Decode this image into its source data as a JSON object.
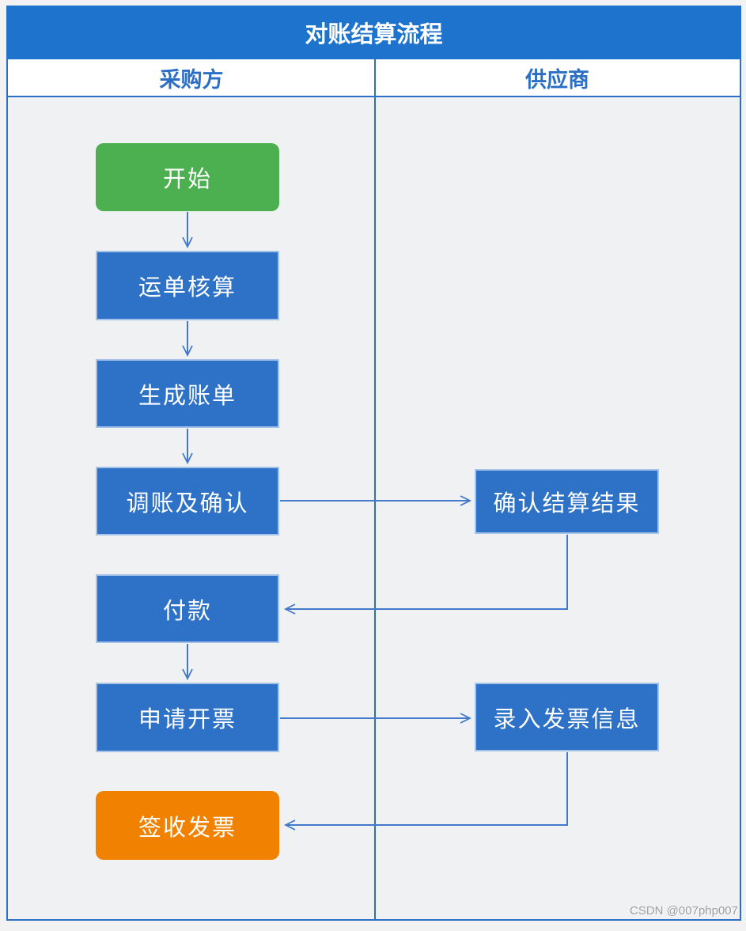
{
  "title": "对账结算流程",
  "lanes": [
    {
      "label": "采购方"
    },
    {
      "label": "供应商"
    }
  ],
  "nodes": [
    {
      "id": "start",
      "label": "开始",
      "shape": "rounded",
      "color": "#4caf50",
      "lane": "采购方"
    },
    {
      "id": "waybill-accounting",
      "label": "运单核算",
      "shape": "rect",
      "color": "#2e72c7",
      "lane": "采购方"
    },
    {
      "id": "generate-bill",
      "label": "生成账单",
      "shape": "rect",
      "color": "#2e72c7",
      "lane": "采购方"
    },
    {
      "id": "adjust-and-confirm",
      "label": "调账及确认",
      "shape": "rect",
      "color": "#2e72c7",
      "lane": "采购方"
    },
    {
      "id": "payment",
      "label": "付款",
      "shape": "rect",
      "color": "#2e72c7",
      "lane": "采购方"
    },
    {
      "id": "apply-invoice",
      "label": "申请开票",
      "shape": "rect",
      "color": "#2e72c7",
      "lane": "采购方"
    },
    {
      "id": "sign-invoice",
      "label": "签收发票",
      "shape": "rounded",
      "color": "#f18101",
      "lane": "采购方"
    },
    {
      "id": "confirm-settlement",
      "label": "确认结算结果",
      "shape": "rect",
      "color": "#2e72c7",
      "lane": "供应商"
    },
    {
      "id": "enter-invoice-info",
      "label": "录入发票信息",
      "shape": "rect",
      "color": "#2e72c7",
      "lane": "供应商"
    }
  ],
  "edges": [
    {
      "from": "开始",
      "to": "运单核算"
    },
    {
      "from": "运单核算",
      "to": "生成账单"
    },
    {
      "from": "生成账单",
      "to": "调账及确认"
    },
    {
      "from": "调账及确认",
      "to": "确认结算结果"
    },
    {
      "from": "确认结算结果",
      "to": "付款"
    },
    {
      "from": "付款",
      "to": "申请开票"
    },
    {
      "from": "申请开票",
      "to": "录入发票信息"
    },
    {
      "from": "录入发票信息",
      "to": "签收发票"
    }
  ],
  "watermark": "CSDN @007php007",
  "colors": {
    "header_bg": "#1e73cd",
    "node_blue": "#2e72c7",
    "node_green": "#4caf50",
    "node_orange": "#f18101",
    "border_blue": "#2b6fc7",
    "connector_blue": "#4379cb",
    "lane_title_text": "#2b6fc5",
    "lane_body_bg": "#f0f1f2",
    "watermark_text": "#9c9da0"
  }
}
